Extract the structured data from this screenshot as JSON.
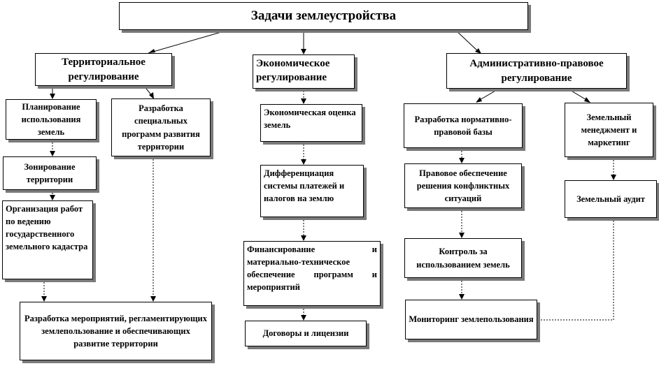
{
  "diagram": {
    "title": "Задачи землеустройства",
    "branches": {
      "territorial": {
        "label": "Территориальное регулирование",
        "planning": "Планирование использования земель",
        "zoning": "Зонирование территории",
        "cadastre": "Организация работ по ведению государственного земельного кадастра",
        "programs": "Разработка специальных программ развития территории",
        "measures": "Разработка мероприятий, регламентирующих землепользование и обеспечивающих развитие территории"
      },
      "economic": {
        "label": "Экономическое регулирование",
        "valuation": "Экономическая оценка земель",
        "differentiation": "Дифференциация системы платежей и налогов на землю",
        "financing": "Финансирование и материально-техническое обеспечение программ и мероприятий",
        "contracts": "Договоры и лицензии"
      },
      "administrative": {
        "label": "Административно-правовое регулирование",
        "normative": "Разработка нормативно-правовой базы",
        "legal": "Правовое обеспечение решения конфликтных ситуаций",
        "control": "Контроль за использованием земель",
        "monitoring": "Мониторинг землепользования",
        "management": "Земельный менеджмент и маркетинг",
        "audit": "Земельный аудит"
      }
    }
  }
}
